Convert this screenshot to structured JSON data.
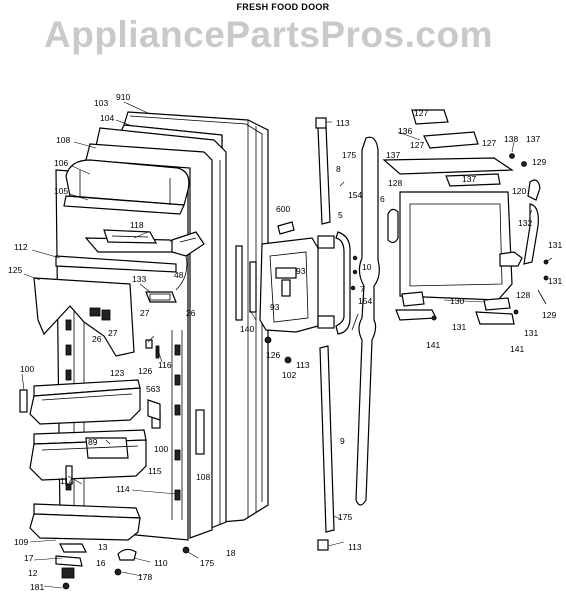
{
  "title": "FRESH FOOD DOOR",
  "watermark": "AppliancePartsPros.com",
  "labels": {
    "l910": "910",
    "l103": "103",
    "l104": "104",
    "l108a": "108",
    "l106": "106",
    "l105": "105",
    "l118": "118",
    "l112": "112",
    "l125": "125",
    "l133": "133",
    "l48": "48",
    "l27a": "27",
    "l26a": "26",
    "l27b": "27",
    "l26b": "26",
    "l100a": "100",
    "l123": "123",
    "l126": "126",
    "l116": "116",
    "l563": "563",
    "l89": "89",
    "l100b": "100",
    "l115": "115",
    "l114a": "114",
    "l114b": "114",
    "l108b": "108",
    "l109": "109",
    "l13": "13",
    "l17": "17",
    "l16": "16",
    "l12": "12",
    "l181": "181",
    "l110": "110",
    "l178": "178",
    "l175a": "175",
    "l18": "18",
    "l600": "600",
    "l93a": "93",
    "l93b": "93",
    "l140": "140",
    "l126b": "126",
    "l102": "102",
    "l113a": "113",
    "l113b": "113",
    "l175b": "175",
    "l8": "8",
    "l154a": "154",
    "l5": "5",
    "l10": "10",
    "l7": "7",
    "l154b": "154",
    "l6": "6",
    "l9": "9",
    "l175c": "175",
    "l113c": "113",
    "l127a": "127",
    "l136": "136",
    "l127b": "127",
    "l127c": "127",
    "l138": "138",
    "l137a": "137",
    "l137b": "137",
    "l128a": "128",
    "l137c": "137",
    "l120": "120",
    "l129a": "129",
    "l132": "132",
    "l131a": "131",
    "l128b": "128",
    "l131b": "131",
    "l129b": "129",
    "l130": "130",
    "l131c": "131",
    "l131d": "131",
    "l141a": "141",
    "l141b": "141"
  }
}
